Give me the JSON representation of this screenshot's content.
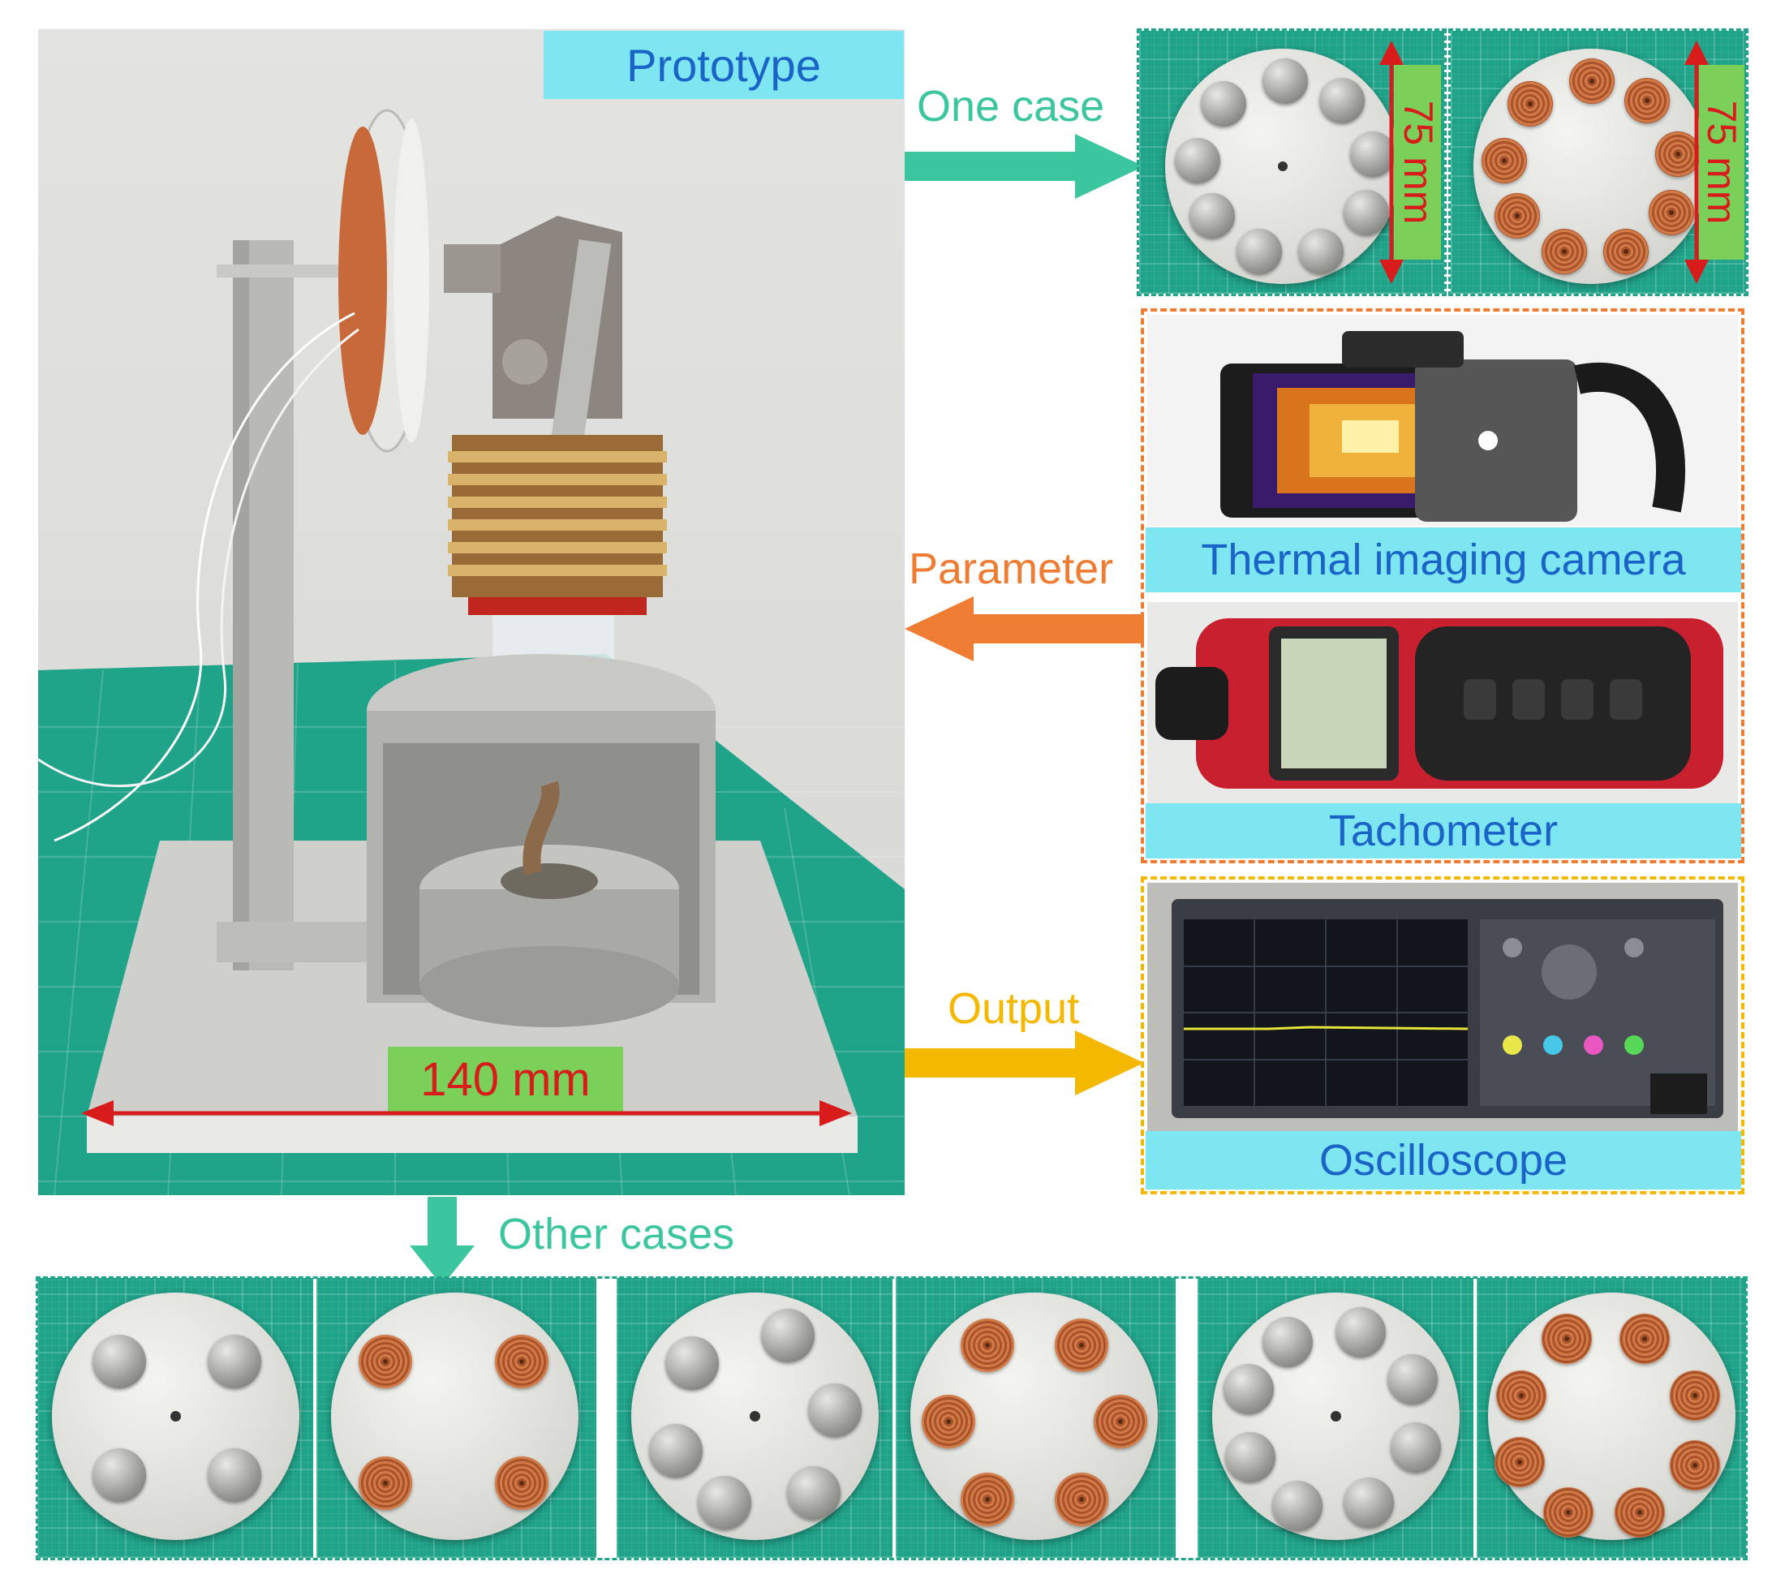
{
  "labels": {
    "prototype": "Prototype",
    "one_case": "One case",
    "parameter": "Parameter",
    "output": "Output",
    "other_cases": "Other cases",
    "thermal_camera": "Thermal imaging camera",
    "tachometer": "Tachometer",
    "oscilloscope": "Oscilloscope",
    "dim_140": "140 mm",
    "dim_75_a": "75 mm",
    "dim_75_b": "75 mm"
  },
  "colors": {
    "one_case_arrow": "#3cc6a0",
    "parameter_arrow": "#ee7d33",
    "output_arrow": "#f5b800",
    "label_box": "#7ee6f0",
    "label_text": "#1a63c7",
    "dimension_red": "#d81c1c"
  },
  "icons": {
    "right_arrow": "right-arrow-icon",
    "left_arrow": "left-arrow-icon",
    "down_arrow": "down-arrow-icon"
  }
}
